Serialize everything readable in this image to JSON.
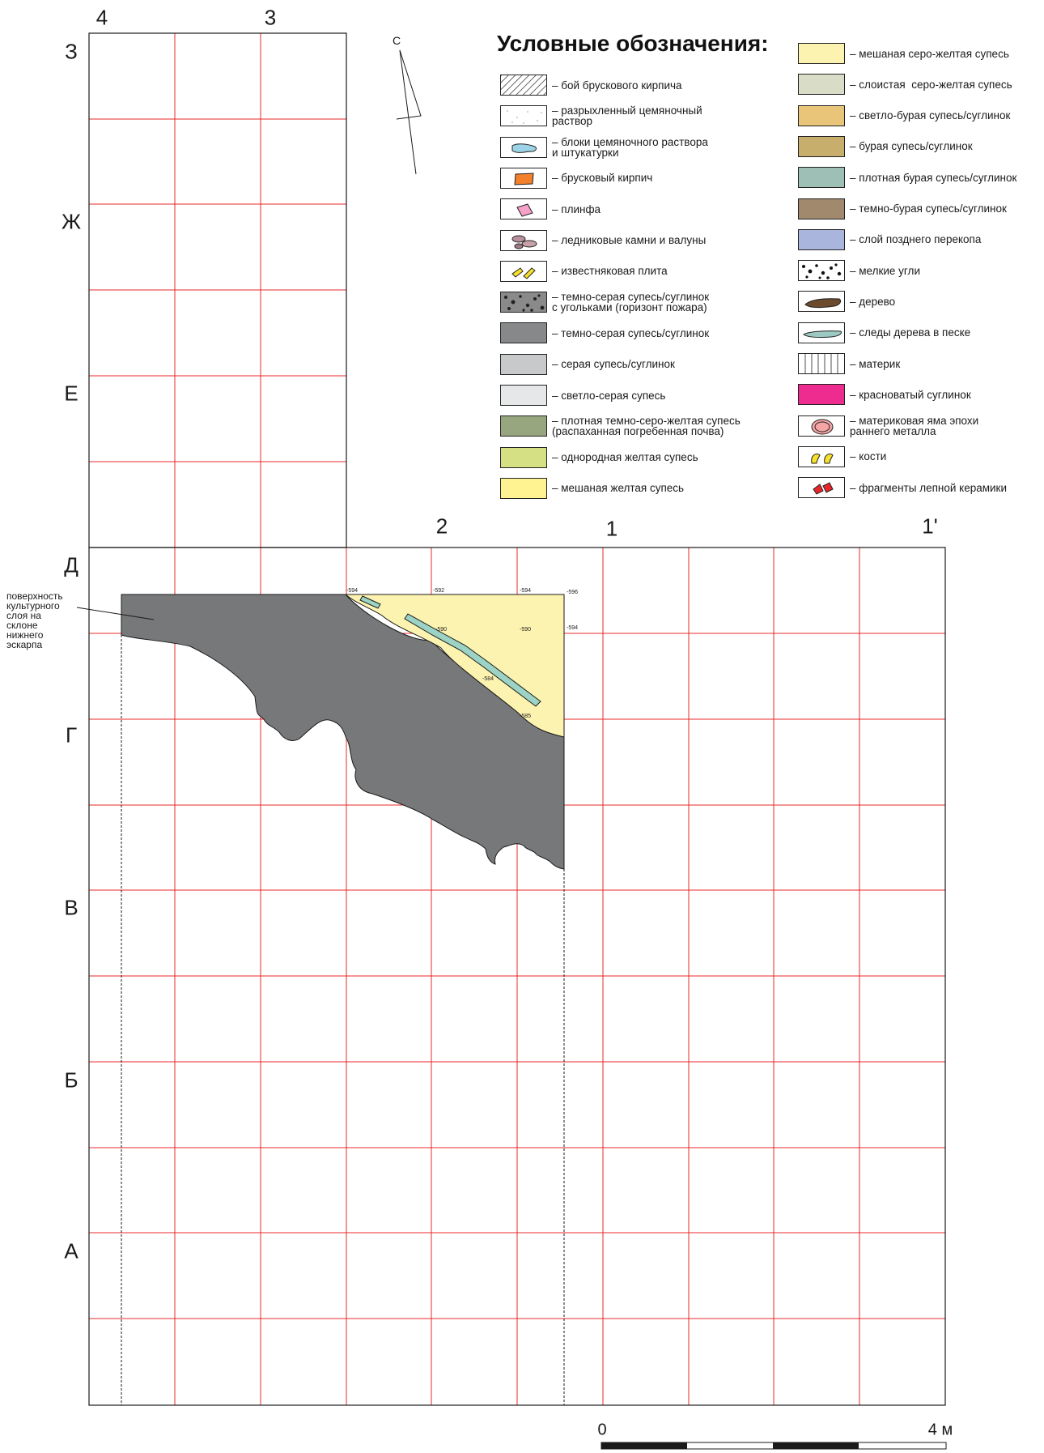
{
  "columns": [
    {
      "id": "col-4",
      "label": "4"
    },
    {
      "id": "col-3",
      "label": "3"
    },
    {
      "id": "col-2",
      "label": "2"
    },
    {
      "id": "col-1",
      "label": "1"
    },
    {
      "id": "col-1p",
      "label": "1'"
    }
  ],
  "rows": [
    {
      "id": "row-z",
      "label": "З"
    },
    {
      "id": "row-zh",
      "label": "Ж"
    },
    {
      "id": "row-e",
      "label": "Е"
    },
    {
      "id": "row-d",
      "label": "Д"
    },
    {
      "id": "row-g",
      "label": "Г"
    },
    {
      "id": "row-v",
      "label": "В"
    },
    {
      "id": "row-b",
      "label": "Б"
    },
    {
      "id": "row-a",
      "label": "А"
    }
  ],
  "north_label": "С",
  "surface_note": "поверхность\nкультурного\nслоя на\nсклоне\nнижнего\nэскарпа",
  "elevations": [
    "-594",
    "-592",
    "-594",
    "-596",
    "-590",
    "-590",
    "-594",
    "-584",
    "-585"
  ],
  "scale": {
    "start": "0",
    "end": "4 м"
  },
  "legend": {
    "title": "Условные обозначения:",
    "left": [
      {
        "pattern": "hatch",
        "color": "#ffffff",
        "text": "– бой брускового кирпича"
      },
      {
        "pattern": "dots",
        "color": "#ffffff",
        "text": "– разрыхленный цемяночный\nраствор"
      },
      {
        "pattern": "blob",
        "color": "#ffffff",
        "text": "– блоки цемяночного раствора\nи штукатурки"
      },
      {
        "pattern": "brick",
        "color": "#ffffff",
        "text": "– брусковый кирпич"
      },
      {
        "pattern": "plinth",
        "color": "#ffffff",
        "text": "– плинфа"
      },
      {
        "pattern": "stones",
        "color": "#ffffff",
        "text": "– ледниковые камни и валуны"
      },
      {
        "pattern": "limestone",
        "color": "#ffffff",
        "text": "– известняковая плита"
      },
      {
        "pattern": "speckle",
        "color": "#8a8a8a",
        "text": "– темно-серая супесь/суглинок\nс угольками (горизонт пожара)"
      },
      {
        "pattern": "solid",
        "color": "#87888a",
        "text": "– темно-серая супесь/суглинок"
      },
      {
        "pattern": "solid",
        "color": "#c8c9cb",
        "text": "– серая супесь/суглинок"
      },
      {
        "pattern": "solid",
        "color": "#e6e7e8",
        "text": "– светло-серая супесь"
      },
      {
        "pattern": "solid",
        "color": "#97a67e",
        "text": "– плотная темно-серо-желтая супесь\n(распаханная погребенная почва)"
      },
      {
        "pattern": "solid",
        "color": "#d4e083",
        "text": "– однородная желтая супесь"
      },
      {
        "pattern": "solid",
        "color": "#fff391",
        "text": "– мешаная желтая супесь"
      }
    ],
    "right": [
      {
        "pattern": "solid",
        "color": "#fdf3b0",
        "text": "– мешаная серо-желтая супесь"
      },
      {
        "pattern": "solid",
        "color": "#d9dcc7",
        "text": "– слоистая  серо-желтая супесь"
      },
      {
        "pattern": "solid",
        "color": "#e8c578",
        "text": "– светло-бурая супесь/суглинок"
      },
      {
        "pattern": "solid",
        "color": "#c8ae6c",
        "text": "– бурая супесь/суглинок"
      },
      {
        "pattern": "solid",
        "color": "#9dbfb5",
        "text": "– плотная бурая супесь/суглинок"
      },
      {
        "pattern": "solid",
        "color": "#a0896d",
        "text": "– темно-бурая супесь/суглинок"
      },
      {
        "pattern": "solid",
        "color": "#a9b5dd",
        "text": "– слой позднего перекопа"
      },
      {
        "pattern": "coals",
        "color": "#ffffff",
        "text": "– мелкие угли"
      },
      {
        "pattern": "wood",
        "color": "#ffffff",
        "text": "– дерево"
      },
      {
        "pattern": "woodsand",
        "color": "#ffffff",
        "text": "– следы дерева в песке"
      },
      {
        "pattern": "lines",
        "color": "#ffffff",
        "text": "– материк"
      },
      {
        "pattern": "solid",
        "color": "#ee2b8e",
        "text": "– красноватый суглинок"
      },
      {
        "pattern": "pit",
        "color": "#ffffff",
        "text": "– материковая яма эпохи\nраннего металла"
      },
      {
        "pattern": "bones",
        "color": "#ffffff",
        "text": "– кости"
      },
      {
        "pattern": "ceramics",
        "color": "#ffffff",
        "text": "– фрагменты лепной керамики"
      }
    ]
  },
  "colors": {
    "grid": "#e8282a",
    "dark_gray_layer": "#77787a",
    "mixed_grayyellow_layer": "#fdf3b0",
    "wood_trace": "#9cd3c5"
  }
}
